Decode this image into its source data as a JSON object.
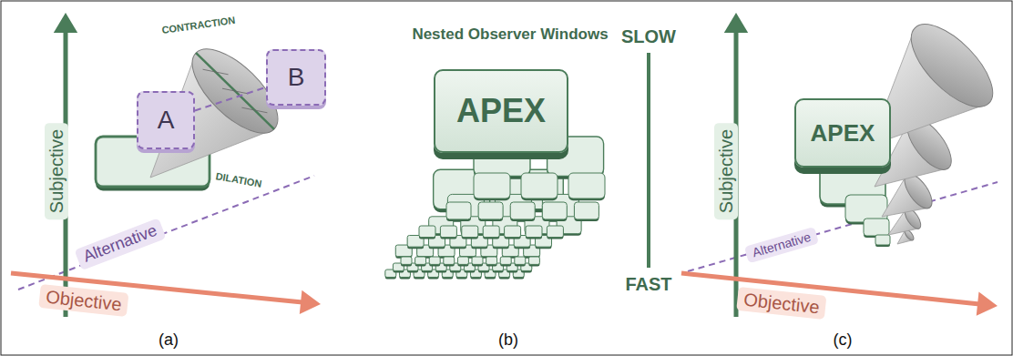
{
  "diagram": {
    "nodes": [
      {
        "text": [
          "A"
        ]
      },
      {
        "text": [
          "B"
        ]
      },
      {
        "text": [
          "APEX"
        ]
      },
      {
        "text": [
          "APEX"
        ]
      }
    ],
    "edges": [
      {
        "from": 0,
        "to": 1,
        "arrow": "none"
      }
    ],
    "labels": [
      "Subjective",
      "Alternative",
      "Objective",
      "CONTRACTION",
      "DILATION",
      "Nested Observer Windows",
      "SLOW",
      "FAST",
      "Subjective",
      "Alternative",
      "Objective",
      "(a)",
      "(b)",
      "(c)"
    ]
  }
}
